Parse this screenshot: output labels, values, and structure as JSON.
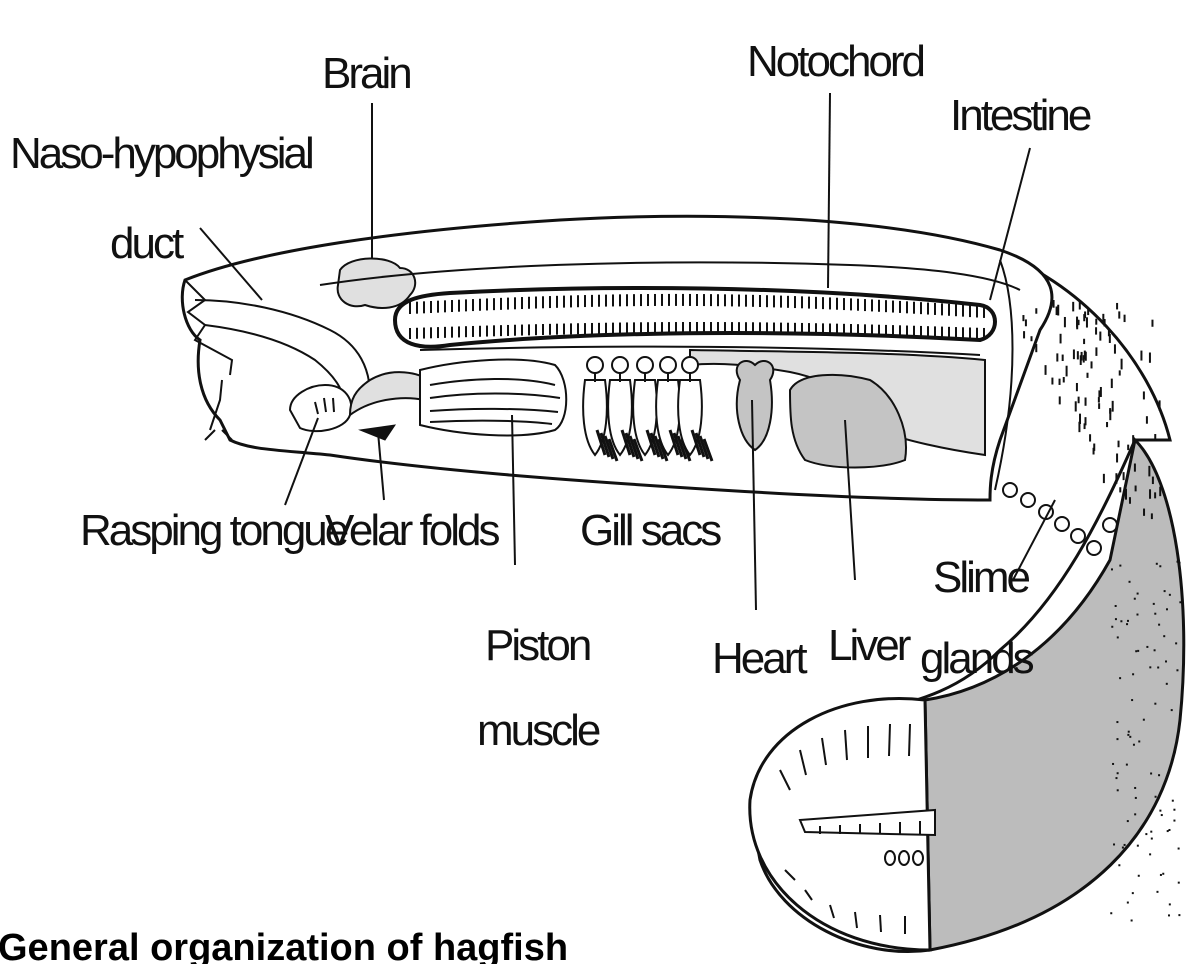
{
  "labels": {
    "brain": "Brain",
    "notochord": "Notochord",
    "intestine": "Intestine",
    "naso_line1": "Naso-hypophysial",
    "naso_line2": "duct",
    "rasping_tongue": "Rasping tongue",
    "velar_folds": "Velar folds",
    "gill_sacs": "Gill sacs",
    "piston_line1": "Piston",
    "piston_line2": "muscle",
    "heart": "Heart",
    "liver": "Liver",
    "slime_line1": "Slime",
    "slime_line2": "glands"
  },
  "caption": "General organization of hagfish",
  "colors": {
    "ink": "#111111",
    "shade_light": "#e0e0e0",
    "shade_mid": "#c4c4c4",
    "shade_dark": "#bcbcbc"
  }
}
